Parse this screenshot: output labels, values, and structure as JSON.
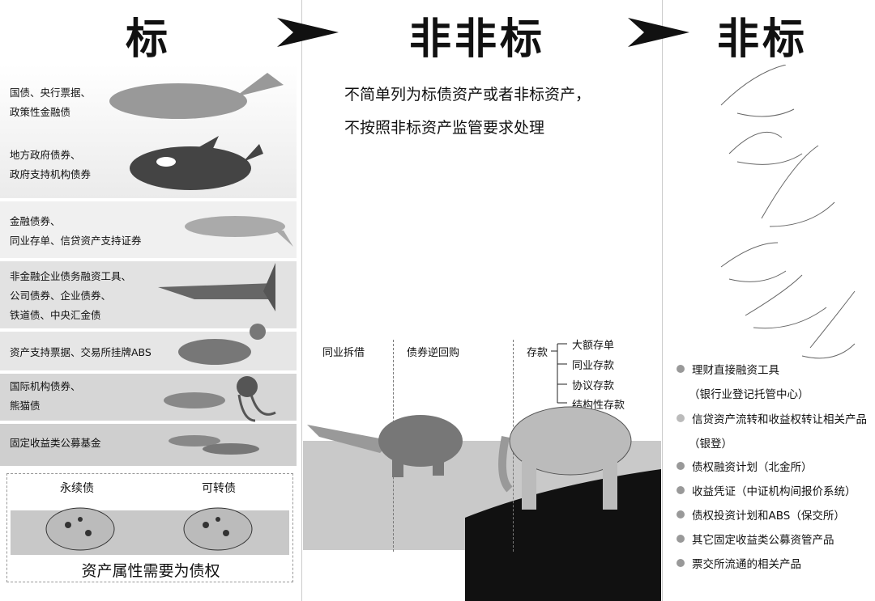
{
  "headers": {
    "standard": "标",
    "middle": "非非标",
    "nonstandard": "非标"
  },
  "left": {
    "groups": [
      {
        "lines": [
          "国债、央行票据、",
          "政策性金融债"
        ],
        "animal": "whale"
      },
      {
        "lines": [
          "地方政府债券、",
          "政府支持机构债券"
        ],
        "animal": "orca"
      },
      {
        "lines": [
          "金融债券、",
          "同业存单、信贷资产支持证券"
        ],
        "animal": "dolphin"
      },
      {
        "lines": [
          "非金融企业债务融资工具、",
          "公司债券、企业债券、",
          "铁道债、中央汇金债"
        ],
        "animal": "marlin"
      },
      {
        "lines": [
          "资产支持票据、交易所挂牌ABS"
        ],
        "animal": "turtle"
      },
      {
        "lines": [
          "国际机构债券、",
          "熊猫债"
        ],
        "animal": "squid"
      },
      {
        "lines": [
          "固定收益类公募基金"
        ],
        "animal": "fish"
      }
    ],
    "box": {
      "perpetual": "永续债",
      "convertible": "可转债",
      "footer": "资产属性需要为债权"
    }
  },
  "middle": {
    "desc": [
      "不简单列为标债资产或者非标资产，",
      "不按照非标资产监管要求处理"
    ],
    "interbank": "同业拆借",
    "reverse_repo": "债券逆回购",
    "deposit": "存款",
    "deposit_types": [
      "大额存单",
      "同业存款",
      "协议存款",
      "结构性存款"
    ]
  },
  "right": {
    "items": [
      "理财直接融资工具",
      "（银行业登记托管中心）",
      "信贷资产流转和收益权转让相关产品",
      "（银登）",
      "债权融资计划（北金所）",
      "收益凭证（中证机构间报价系统）",
      "债权投资计划和ABS（保交所）",
      "其它固定收益类公募资管产品",
      "票交所流通的相关产品"
    ],
    "bullets": [
      true,
      false,
      true,
      false,
      true,
      true,
      true,
      true,
      true
    ]
  }
}
